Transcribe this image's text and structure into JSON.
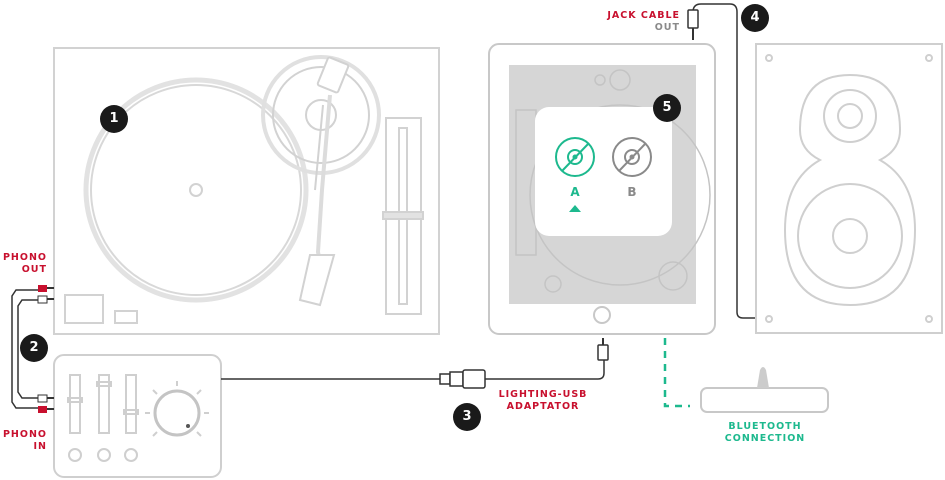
{
  "steps": [
    "1",
    "2",
    "3",
    "4",
    "5"
  ],
  "labels": {
    "jack_cable": "JACK CABLE",
    "jack_out": "OUT",
    "phono_out_1": "PHONO",
    "phono_out_2": "OUT",
    "phono_in_1": "PHONO",
    "phono_in_2": "IN",
    "adaptor_1": "LIGHTING-USB",
    "adaptor_2": "ADAPTATOR",
    "bt_1": "BLUETOOTH",
    "bt_2": "CONNECTION"
  },
  "app": {
    "option_a": "A",
    "option_b": "B",
    "selected": "A"
  },
  "colors": {
    "accent_red": "#c8102e",
    "accent_green": "#1db98e",
    "outline": "#cfcfcf",
    "badge": "#1a1a1a"
  },
  "icons": {
    "turntable": "turntable-icon",
    "mixer": "mixer-icon",
    "tablet": "tablet-icon",
    "speaker": "speaker-icon",
    "bluetooth_dock": "bluetooth-dock-icon",
    "usb_adaptor": "usb-adaptor-icon",
    "rca_plug": "rca-plug-icon",
    "jack_plug": "jack-plug-icon",
    "vinyl": "vinyl-icon"
  }
}
